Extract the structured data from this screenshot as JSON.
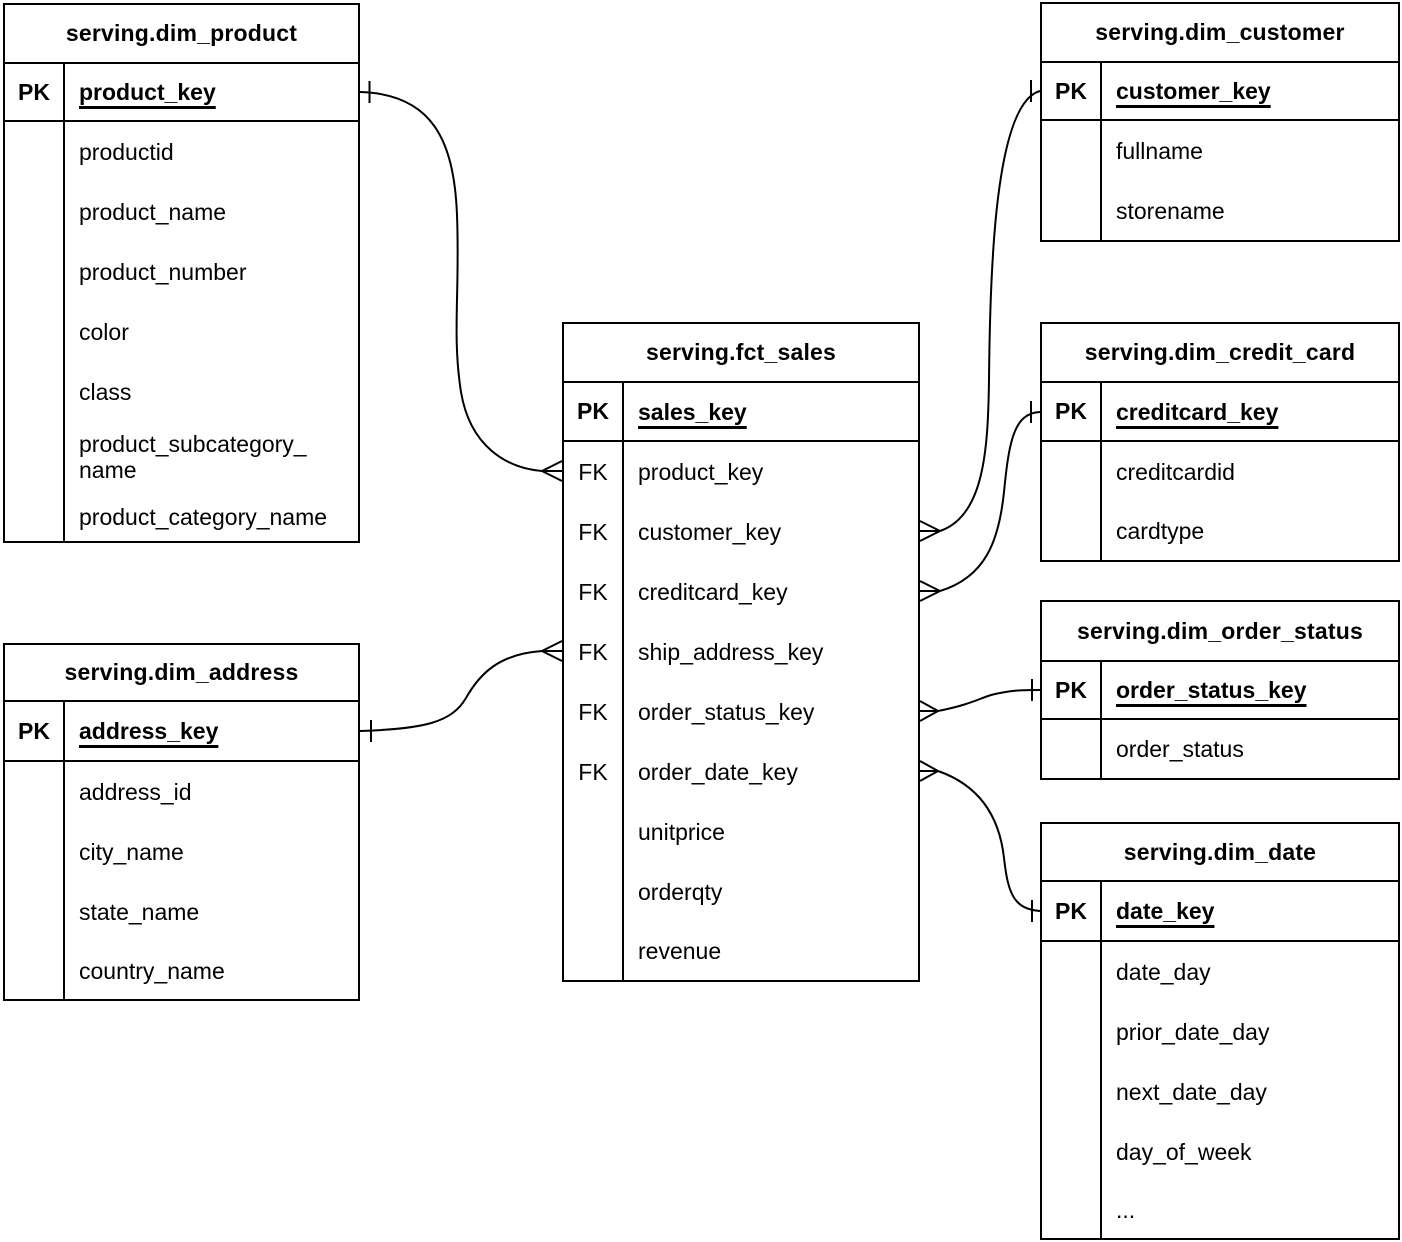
{
  "diagram": {
    "background_color": "#ffffff",
    "line_color": "#000000",
    "tables": {
      "dim_product": {
        "title": "serving.dim_product",
        "pk": {
          "key": "PK",
          "field": "product_key"
        },
        "rows": [
          {
            "key": "",
            "label": "productid"
          },
          {
            "key": "",
            "label": "product_name"
          },
          {
            "key": "",
            "label": "product_number"
          },
          {
            "key": "",
            "label": "color"
          },
          {
            "key": "",
            "label": "class"
          },
          {
            "key": "",
            "label": "product_subcategory_\nname"
          },
          {
            "key": "",
            "label": "product_category_name"
          }
        ]
      },
      "dim_customer": {
        "title": "serving.dim_customer",
        "pk": {
          "key": "PK",
          "field": "customer_key"
        },
        "rows": [
          {
            "key": "",
            "label": "fullname"
          },
          {
            "key": "",
            "label": "storename"
          }
        ]
      },
      "fct_sales": {
        "title": "serving.fct_sales",
        "pk": {
          "key": "PK",
          "field": "sales_key"
        },
        "rows": [
          {
            "key": "FK",
            "label": "product_key"
          },
          {
            "key": "FK",
            "label": "customer_key"
          },
          {
            "key": "FK",
            "label": "creditcard_key"
          },
          {
            "key": "FK",
            "label": "ship_address_key"
          },
          {
            "key": "FK",
            "label": "order_status_key"
          },
          {
            "key": "FK",
            "label": "order_date_key"
          },
          {
            "key": "",
            "label": "unitprice"
          },
          {
            "key": "",
            "label": "orderqty"
          },
          {
            "key": "",
            "label": "revenue"
          }
        ]
      },
      "dim_credit_card": {
        "title": "serving.dim_credit_card",
        "pk": {
          "key": "PK",
          "field": "creditcard_key"
        },
        "rows": [
          {
            "key": "",
            "label": "creditcardid"
          },
          {
            "key": "",
            "label": "cardtype"
          }
        ]
      },
      "dim_order_status": {
        "title": "serving.dim_order_status",
        "pk": {
          "key": "PK",
          "field": "order_status_key"
        },
        "rows": [
          {
            "key": "",
            "label": "order_status"
          }
        ]
      },
      "dim_date": {
        "title": "serving.dim_date",
        "pk": {
          "key": "PK",
          "field": "date_key"
        },
        "rows": [
          {
            "key": "",
            "label": "date_day"
          },
          {
            "key": "",
            "label": "prior_date_day"
          },
          {
            "key": "",
            "label": "next_date_day"
          },
          {
            "key": "",
            "label": "day_of_week"
          },
          {
            "key": "",
            "label": "..."
          }
        ]
      },
      "dim_address": {
        "title": "serving.dim_address",
        "pk": {
          "key": "PK",
          "field": "address_key"
        },
        "rows": [
          {
            "key": "",
            "label": "address_id"
          },
          {
            "key": "",
            "label": "city_name"
          },
          {
            "key": "",
            "label": "state_name"
          },
          {
            "key": "",
            "label": "country_name"
          }
        ]
      }
    },
    "relations": [
      {
        "one_side": "serving.dim_product.product_key",
        "many_side": "serving.fct_sales.product_key",
        "notation": "one-to-many"
      },
      {
        "one_side": "serving.dim_customer.customer_key",
        "many_side": "serving.fct_sales.customer_key",
        "notation": "one-to-many"
      },
      {
        "one_side": "serving.dim_credit_card.creditcard_key",
        "many_side": "serving.fct_sales.creditcard_key",
        "notation": "one-to-many"
      },
      {
        "one_side": "serving.dim_order_status.order_status_key",
        "many_side": "serving.fct_sales.order_status_key",
        "notation": "one-to-many"
      },
      {
        "one_side": "serving.dim_date.date_key",
        "many_side": "serving.fct_sales.order_date_key",
        "notation": "one-to-many"
      },
      {
        "one_side": "serving.dim_address.address_key",
        "many_side": "serving.fct_sales.ship_address_key",
        "notation": "one-to-many"
      }
    ]
  }
}
